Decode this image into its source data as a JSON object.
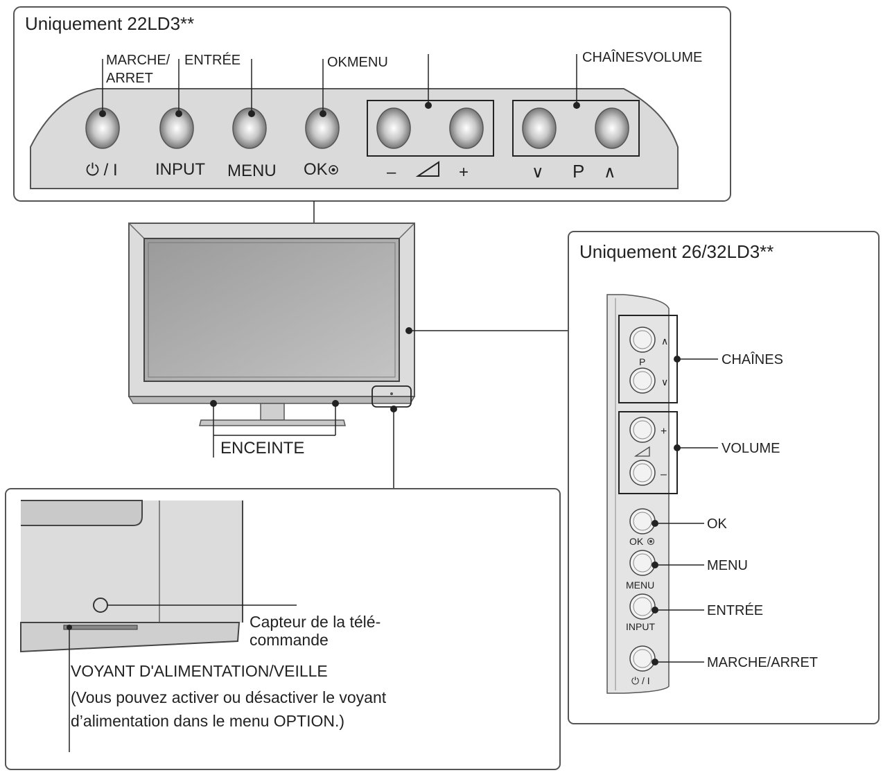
{
  "top_panel": {
    "title": "Uniquement 22LD3**",
    "callouts": {
      "power_line1": "MARCHE/",
      "power_line2": "ARRET",
      "input": "ENTRÉE",
      "ok_menu": "OKMENU",
      "channels_volume": "CHAÎNESVOLUME"
    },
    "button_labels": {
      "power": "⏻ / I",
      "input": "INPUT",
      "menu": "MENU",
      "ok": "OK",
      "vol_minus": "–",
      "vol_plus": "+",
      "ch_down": "∨",
      "ch_p": "P",
      "ch_up": "∧"
    }
  },
  "tv": {
    "speaker_label": "ENCEINTE"
  },
  "right_panel": {
    "title": "Uniquement 26/32LD3**",
    "callouts": {
      "channels": "CHAÎNES",
      "volume": "VOLUME",
      "ok": "OK",
      "menu": "MENU",
      "input": "ENTRÉE",
      "power": "MARCHE/ARRET"
    },
    "small_labels": {
      "p": "P",
      "ok": "OK",
      "menu": "MENU",
      "input": "INPUT",
      "power": "⏻ / I",
      "up": "∧",
      "down": "∨",
      "plus": "+",
      "minus": "–"
    }
  },
  "bottom_panel": {
    "sensor_line1": "Capteur de la télé-",
    "sensor_line2": "commande",
    "indicator_label": "VOYANT D'ALIMENTATION/VEILLE",
    "note_line1": "(Vous pouvez activer ou désactiver le voyant",
    "note_line2": "d’alimentation dans le menu OPTION.)"
  }
}
